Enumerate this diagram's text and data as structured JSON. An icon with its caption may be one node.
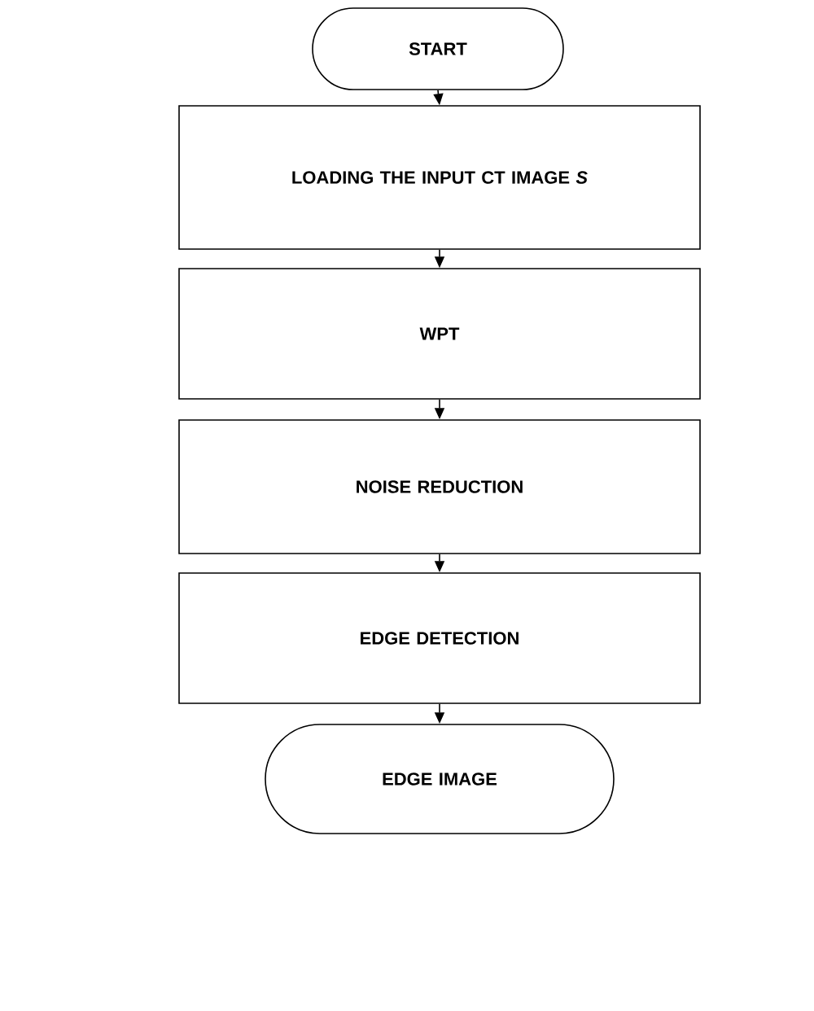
{
  "diagram": {
    "nodes": [
      {
        "text": [
          "START"
        ]
      },
      {
        "text": [
          "LOADING THE INPUT CT IMAGE *S*"
        ]
      },
      {
        "text": [
          "WPT"
        ]
      },
      {
        "text": [
          "NOISE REDUCTION"
        ]
      },
      {
        "text": [
          "EDGE DETECTION"
        ]
      },
      {
        "text": [
          "EDGE IMAGE"
        ]
      }
    ],
    "edges": [
      {
        "from": 0,
        "to": 1,
        "arrow": "to"
      },
      {
        "from": 1,
        "to": 2,
        "arrow": "to"
      },
      {
        "from": 2,
        "to": 3,
        "arrow": "to"
      },
      {
        "from": 3,
        "to": 4,
        "arrow": "to"
      },
      {
        "from": 4,
        "to": 5,
        "arrow": "to"
      }
    ]
  }
}
